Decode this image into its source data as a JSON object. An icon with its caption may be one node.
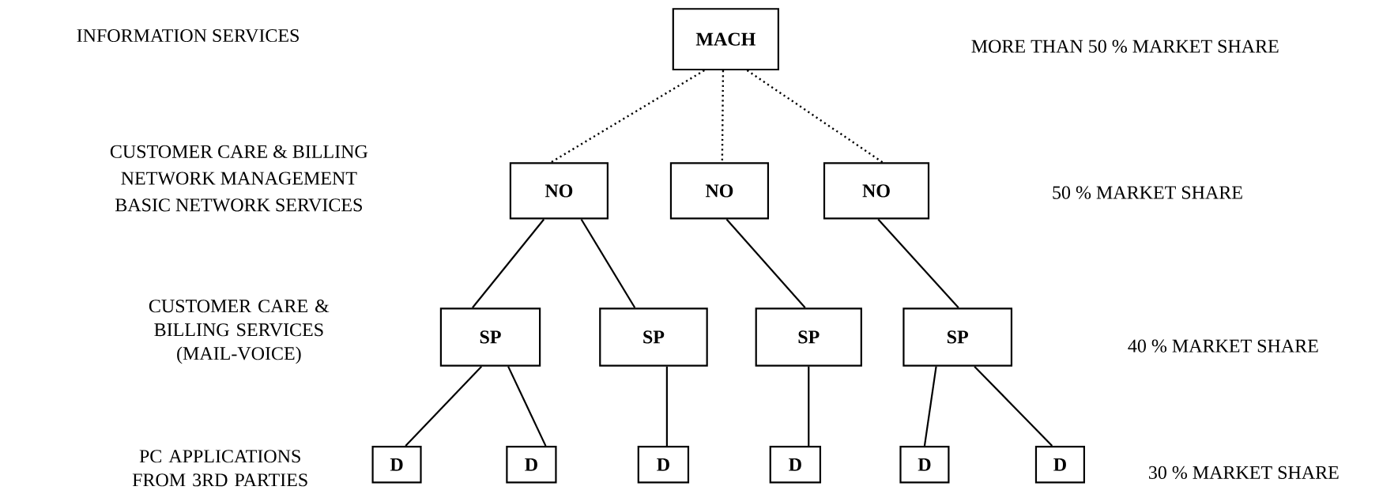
{
  "diagram": {
    "nodes": [
      {
        "text": [
          "MACH"
        ]
      },
      {
        "text": [
          "NO"
        ]
      },
      {
        "text": [
          "NO"
        ]
      },
      {
        "text": [
          "NO"
        ]
      },
      {
        "text": [
          "SP"
        ]
      },
      {
        "text": [
          "SP"
        ]
      },
      {
        "text": [
          "SP"
        ]
      },
      {
        "text": [
          "SP"
        ]
      },
      {
        "text": [
          "D"
        ]
      },
      {
        "text": [
          "D"
        ]
      },
      {
        "text": [
          "D"
        ]
      },
      {
        "text": [
          "D"
        ]
      },
      {
        "text": [
          "D"
        ]
      },
      {
        "text": [
          "D"
        ]
      }
    ],
    "edges": [
      {
        "from": 0,
        "to": 1,
        "arrow": "none",
        "style": "dashed"
      },
      {
        "from": 0,
        "to": 2,
        "arrow": "none",
        "style": "dashed"
      },
      {
        "from": 0,
        "to": 3,
        "arrow": "none",
        "style": "dashed"
      },
      {
        "from": 1,
        "to": 4,
        "arrow": "none"
      },
      {
        "from": 1,
        "to": 5,
        "arrow": "none"
      },
      {
        "from": 2,
        "to": 6,
        "arrow": "none"
      },
      {
        "from": 3,
        "to": 7,
        "arrow": "none"
      },
      {
        "from": 4,
        "to": 8,
        "arrow": "none"
      },
      {
        "from": 4,
        "to": 9,
        "arrow": "none"
      },
      {
        "from": 5,
        "to": 10,
        "arrow": "none"
      },
      {
        "from": 6,
        "to": 11,
        "arrow": "none"
      },
      {
        "from": 7,
        "to": 12,
        "arrow": "none"
      },
      {
        "from": 7,
        "to": 13,
        "arrow": "none"
      }
    ],
    "labels": [
      "INFORMATION SERVICES",
      "MORE THAN 50 % MARKET SHARE",
      "CUSTOMER CARE & BILLING",
      "NETWORK MANAGEMENT",
      "BASIC NETWORK SERVICES",
      "50 % MARKET SHARE",
      "CUSTOMER CARE & BILLING SERVICES (MAIL-VOICE)",
      "40 % MARKET SHARE",
      "PC APPLICATIONS FROM 3RD PARTIES",
      "30 % MARKET SHARE"
    ]
  }
}
